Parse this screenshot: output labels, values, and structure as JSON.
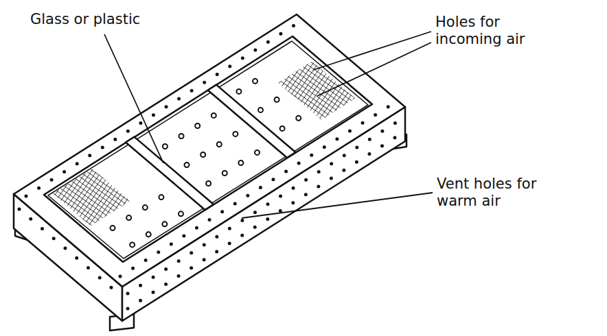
{
  "diagram": {
    "labels": [
      "Glass or plastic",
      "Holes for incoming air",
      "Vent holes for warm air"
    ]
  }
}
